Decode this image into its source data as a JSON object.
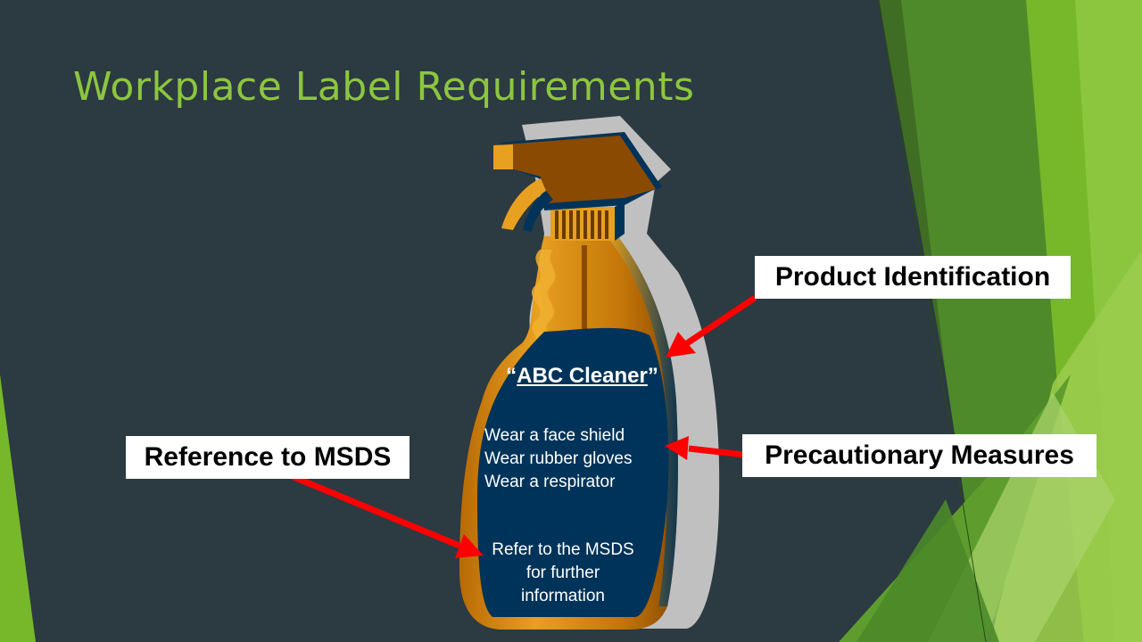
{
  "slide": {
    "title": "Workplace Label Requirements"
  },
  "label": {
    "product_name_open_quote": "“",
    "product_name": "ABC Cleaner",
    "product_name_close_quote": "”",
    "precautions": [
      "Wear a face shield",
      "Wear rubber gloves",
      "Wear a respirator"
    ],
    "msds_reference": "Refer to the MSDS for further information"
  },
  "callouts": {
    "product_identification": "Product Identification",
    "precautionary_measures": "Precautionary Measures",
    "reference_to_msds": "Reference to MSDS"
  },
  "colors": {
    "background": "#2c3a42",
    "title": "#8cc63f",
    "arrow": "#ff0000",
    "bottle_amber": "#c8790a",
    "label_navy": "#003359"
  }
}
